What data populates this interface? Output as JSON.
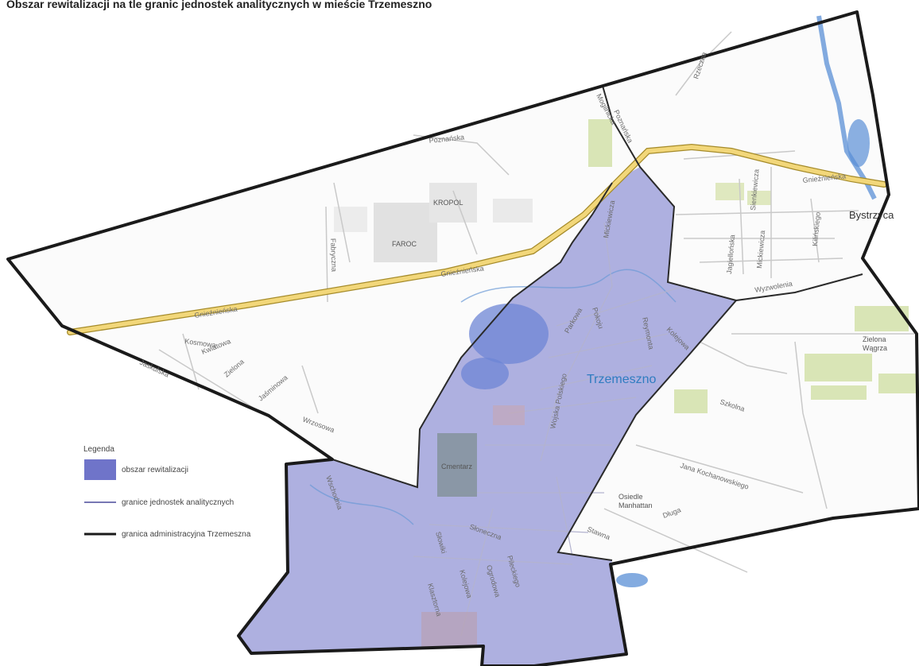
{
  "header": {
    "title": "Obszar rewitalizacji na tle granic jednostek analitycznych w mieście Trzemeszno"
  },
  "colors": {
    "revitalization": "#9c9fd9",
    "boundary_admin": "#1a1a1a",
    "boundary_units": "#4a4a9a",
    "main_road": "#f2d77a",
    "water": "#5a8fd6",
    "green": "#d7e3b0"
  },
  "map": {
    "town_label": "Trzemeszno",
    "district_label": "Bystrzyca",
    "road_labels": {
      "gniezn_north": "Gnieźnieńska",
      "gniezn_mid": "Gnieźnieńska",
      "gniezn_west": "Gnieźnieńska",
      "mogil": "Mogilnicka",
      "fabryczna": "Fabryczna",
      "pozna": "Poznańska",
      "rzeczna": "Rzeczna",
      "wojska": "Wojska Polskiego",
      "pokoju": "Pokoju",
      "jaskulska": "Jaskulska",
      "kosmowa": "Kosmowa",
      "zielona": "Zielona",
      "jasminowa": "Jaśminowa",
      "wrzosowa": "Wrzosowa",
      "kwiatowa": "Kwiatowa",
      "szkolna": "Szkolna",
      "kochan": "Jana Kochanowskiego",
      "dluga": "Długa",
      "stawna": "Stawna",
      "wschodnia": "Wschodnia",
      "slowik": "Słowiki",
      "sloneczna": "Słoneczna",
      "klasztorna": "Klasztorna",
      "kolejowa": "Kolejowa",
      "ogrodowa": "Ogrodowa",
      "pileckiego": "Pileckiego",
      "mickiew": "Mickiewicza",
      "reymonta": "Reymonta",
      "kolejowa2": "Kolejowa",
      "jagiel": "Jagiellońska",
      "mickiew2": "Mickiewicza",
      "sienkiew": "Sienkiewicza",
      "kilinsk": "Kilińskiego",
      "wyzwol": "Wyzwolenia",
      "poznan2": "Poznańska",
      "park": "Parkowa"
    },
    "area_labels": {
      "fabryka": "FAROC",
      "kropol": "KROPOL",
      "cmentarz": "Cmentarz",
      "osiedle": "Osiedle\nManhattan",
      "zielona_wagrza": "Zielona\nWągrza"
    }
  },
  "legend": {
    "title": "Legenda",
    "items": [
      {
        "label": "obszar rewitalizacji"
      },
      {
        "label": "granice jednostek analitycznych"
      },
      {
        "label": "granica administracyjna Trzemeszna"
      }
    ]
  }
}
